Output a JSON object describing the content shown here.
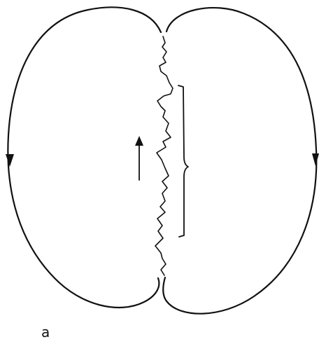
{
  "figure": {
    "panel_label": "a",
    "stroke_color": "#111111",
    "background_color": "#ffffff",
    "elements": [
      "left-circulation-loop",
      "right-circulation-loop",
      "jagged-central-boundary",
      "central-up-arrow",
      "right-curly-brace",
      "left-down-arrow",
      "right-down-arrow"
    ]
  }
}
